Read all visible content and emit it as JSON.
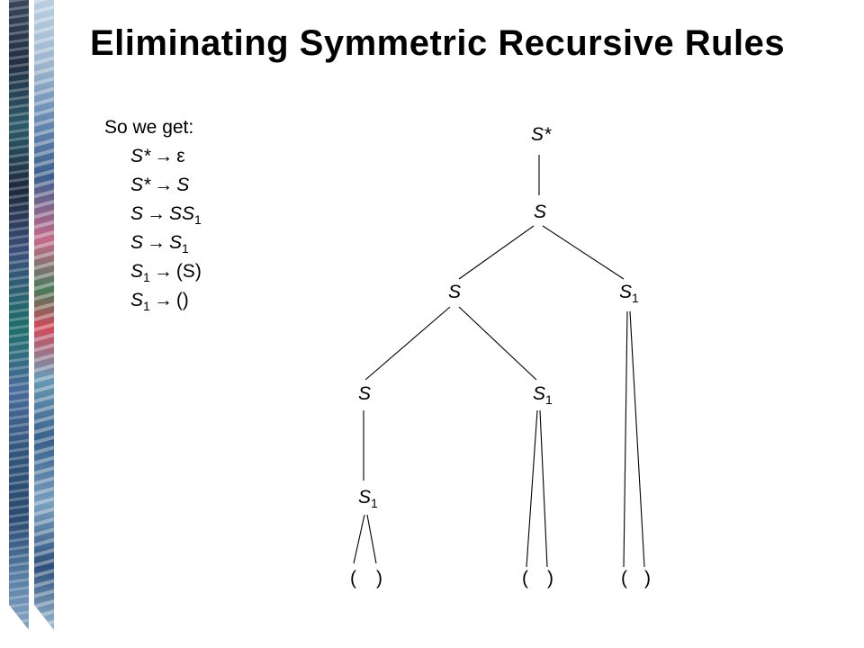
{
  "title": "Eliminating Symmetric Recursive Rules",
  "rules_heading": "So we get:",
  "rules": [
    {
      "lhs": "S*",
      "lhs_sub": "",
      "arrow": "→",
      "rhs": "ε",
      "rhs_sub": ""
    },
    {
      "lhs": "S*",
      "lhs_sub": "",
      "arrow": "→",
      "rhs": "S",
      "rhs_sub": ""
    },
    {
      "lhs": "S",
      "lhs_sub": "",
      "arrow": "→",
      "rhs": "SS",
      "rhs_sub": "1"
    },
    {
      "lhs": "S",
      "lhs_sub": "",
      "arrow": "→",
      "rhs": "S",
      "rhs_sub": "1"
    },
    {
      "lhs": "S",
      "lhs_sub": "1",
      "arrow": "→",
      "rhs": "(S)",
      "rhs_sub": ""
    },
    {
      "lhs": "S",
      "lhs_sub": "1",
      "arrow": "→",
      "rhs": "()",
      "rhs_sub": ""
    }
  ],
  "tree": {
    "root": {
      "label": "S*",
      "sub": ""
    },
    "level1": {
      "label": "S",
      "sub": ""
    },
    "level2_left": {
      "label": "S",
      "sub": ""
    },
    "level2_right": {
      "label": "S",
      "sub": "1"
    },
    "level3_left": {
      "label": "S",
      "sub": ""
    },
    "level3_right": {
      "label": "S",
      "sub": "1"
    },
    "level4_left": {
      "label": "S",
      "sub": "1"
    },
    "leaves": [
      {
        "open": "(",
        "close": ")"
      },
      {
        "open": "(",
        "close": ")"
      },
      {
        "open": "(",
        "close": ")"
      }
    ]
  }
}
